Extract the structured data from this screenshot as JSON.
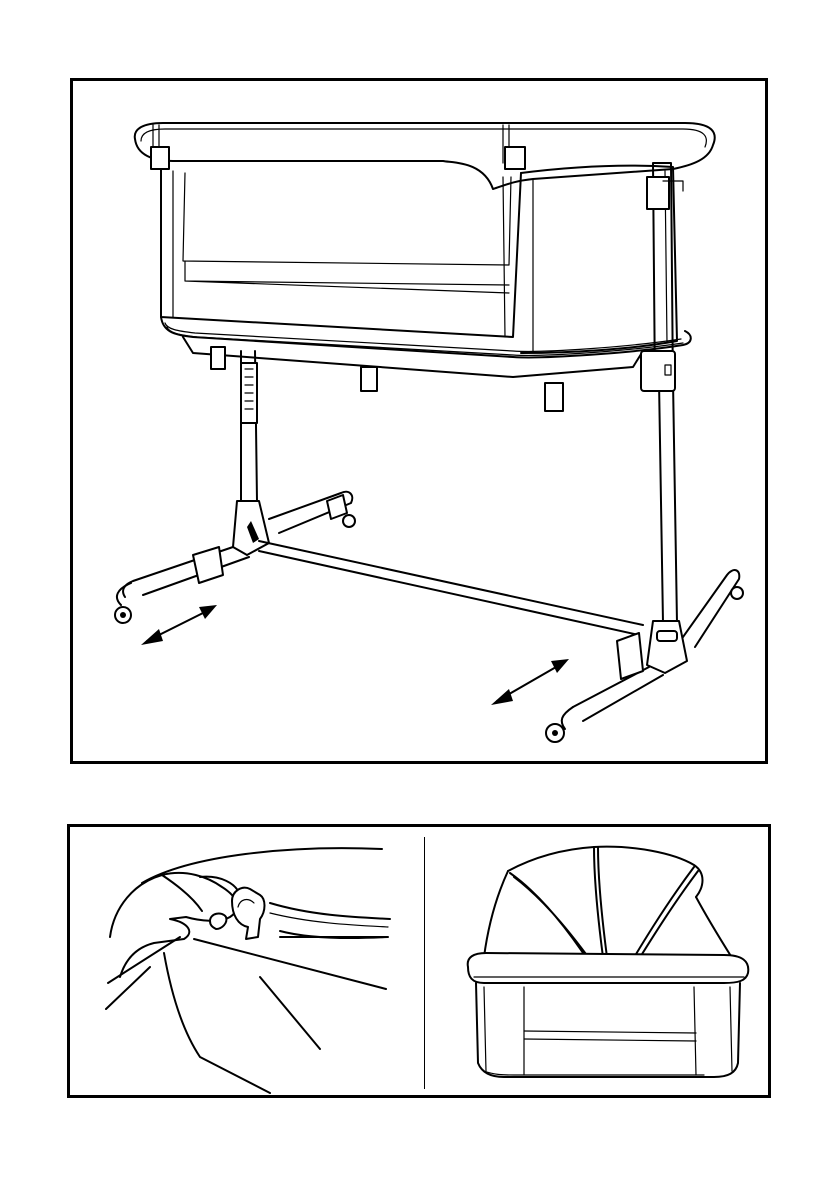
{
  "figures": [
    {
      "id": "bassinet-overview",
      "description_visible": false
    },
    {
      "id": "clip-detail"
    },
    {
      "id": "canopy-view"
    }
  ],
  "colors": {
    "stroke": "#000000",
    "background": "#ffffff"
  },
  "icons": [
    "double-arrow-icon",
    "double-arrow-icon"
  ]
}
